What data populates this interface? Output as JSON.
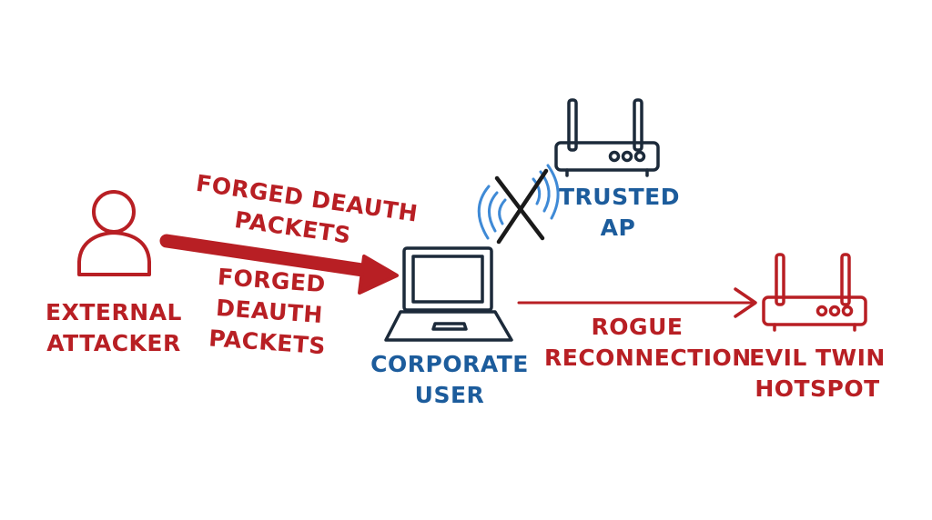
{
  "colors": {
    "attack_red": "#b81f24",
    "trusted_blue": "#1c5c9c",
    "ink_dark": "#1c2a3a",
    "wifi_blue": "#3f8ad6"
  },
  "nodes": {
    "attacker": {
      "icon": "person-icon",
      "line1": "EXTERNAL",
      "line2": "ATTACKER"
    },
    "corporate_user": {
      "icon": "laptop-icon",
      "line1": "CORPORATE",
      "line2": "USER"
    },
    "trusted_ap": {
      "icon": "router-icon",
      "line1": "TRUSTED",
      "line2": "AP"
    },
    "evil_twin": {
      "icon": "router-icon",
      "line1": "EVIL TWIN",
      "line2": "HOTSPOT"
    }
  },
  "edges": {
    "deauth_arrow": {
      "label_top_line1": "FORGED DEAUTH",
      "label_top_line2": "PACKETS",
      "label_bottom_line1": "FORGED",
      "label_bottom_line2": "DEAUTH",
      "label_bottom_line3": "PACKETS"
    },
    "reconnection_arrow": {
      "label_line1": "ROGUE",
      "label_line2": "RECONNECTION"
    },
    "trusted_link": {
      "icon": "wifi-signal-icon",
      "status_icon": "cross-icon"
    }
  }
}
